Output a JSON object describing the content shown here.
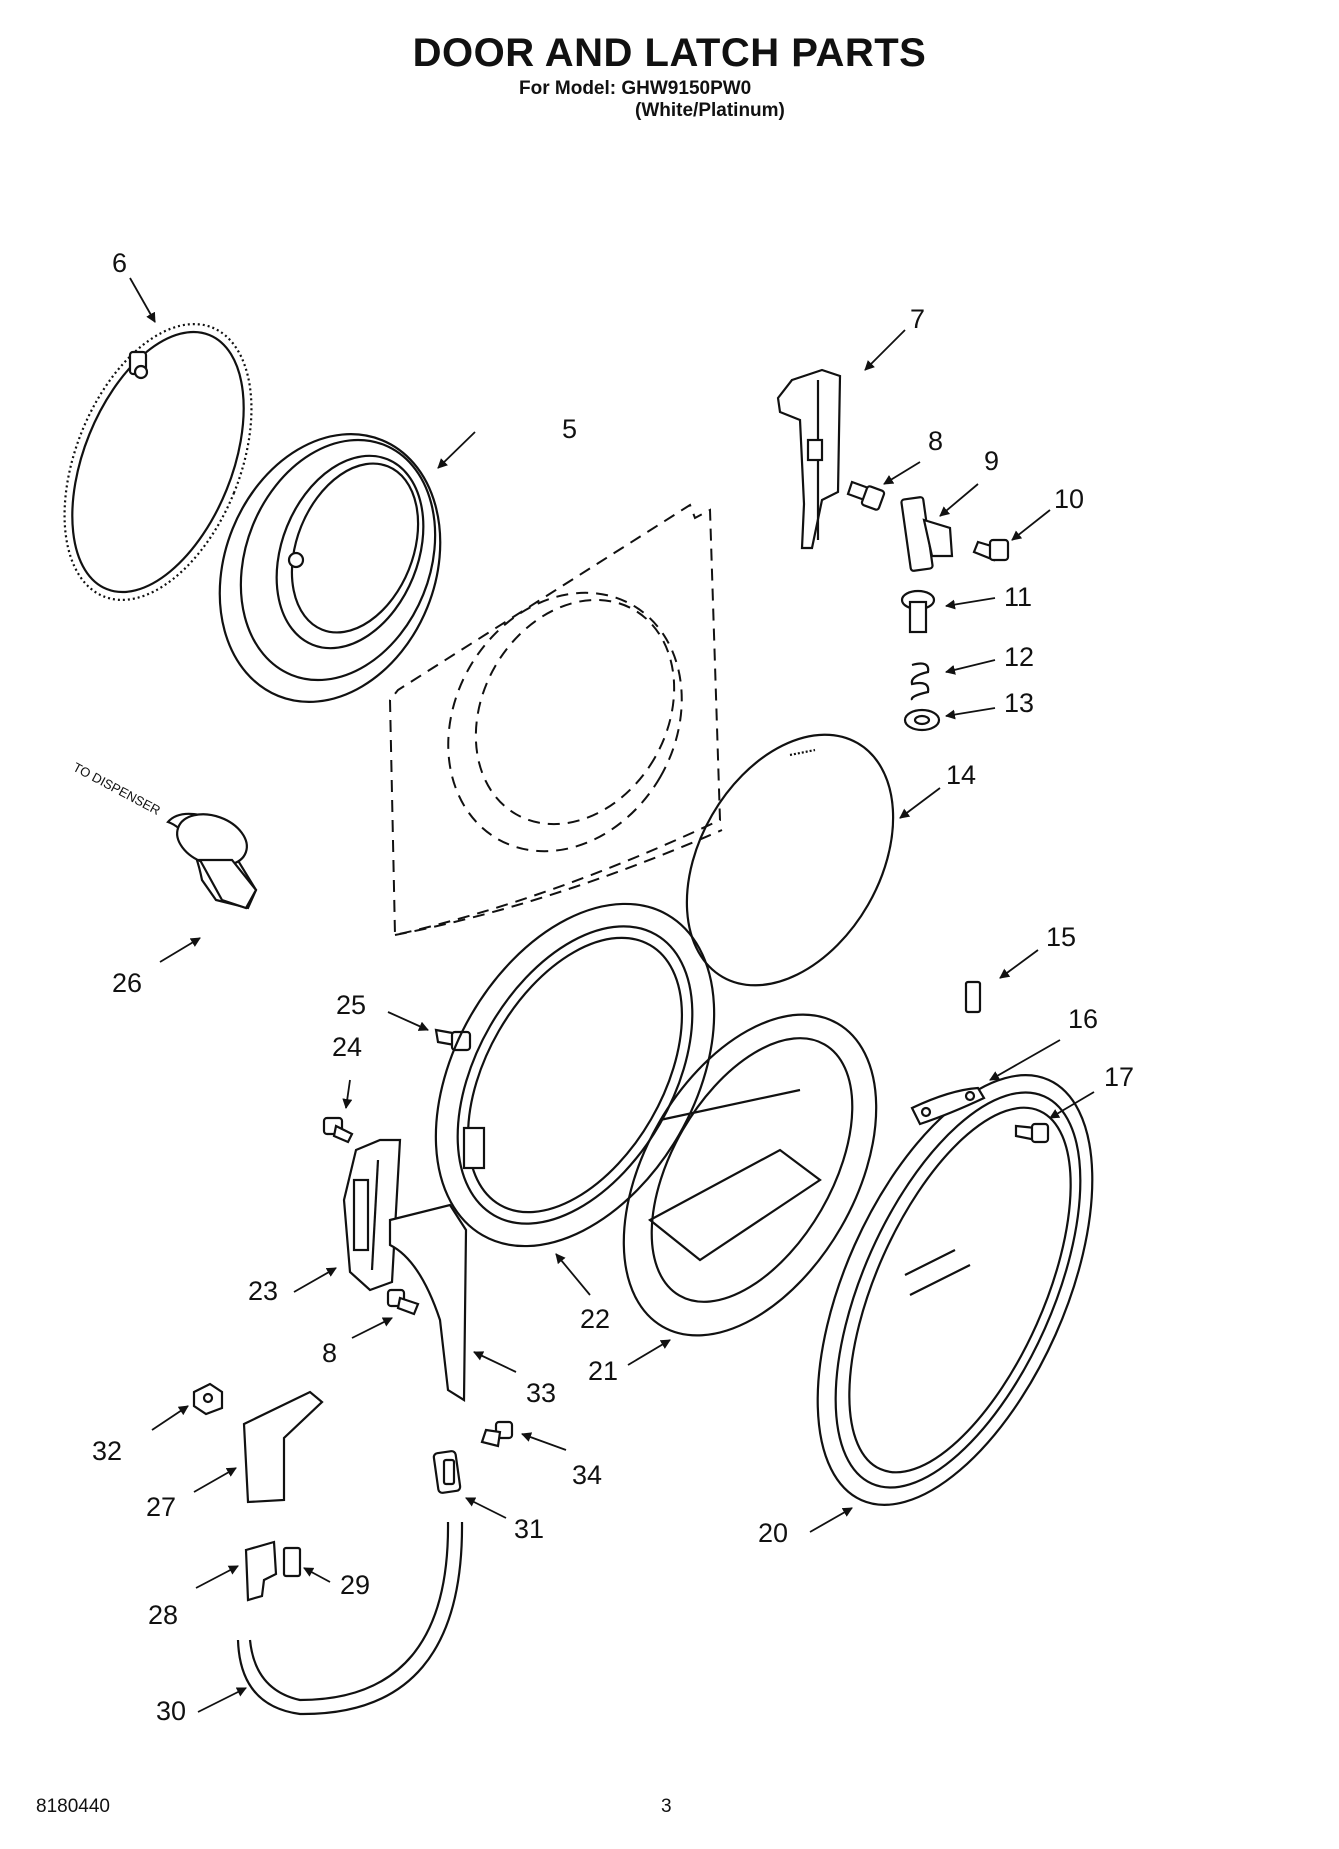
{
  "page": {
    "title": "DOOR AND LATCH PARTS",
    "model_line": "For Model: GHW9150PW0",
    "color_line": "(White/Platinum)",
    "doc_number": "8180440",
    "page_number": "3"
  },
  "diagram": {
    "note": "TO DISPENSER",
    "callouts": [
      "5",
      "6",
      "7",
      "8",
      "9",
      "10",
      "11",
      "12",
      "13",
      "14",
      "15",
      "16",
      "17",
      "20",
      "21",
      "22",
      "23",
      "24",
      "25",
      "26",
      "27",
      "28",
      "29",
      "30",
      "31",
      "32",
      "33",
      "34",
      "8"
    ]
  }
}
